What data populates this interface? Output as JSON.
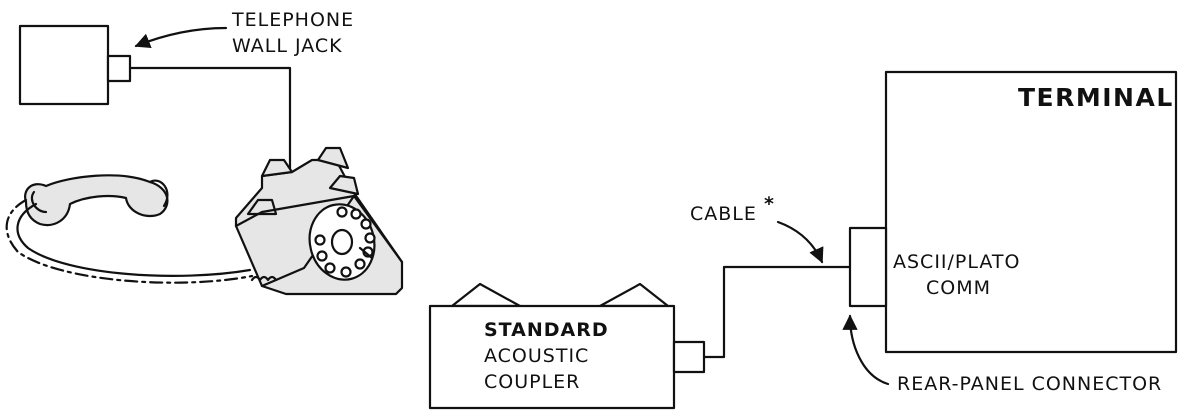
{
  "labels": {
    "wall_jack_line1": "TELEPHONE",
    "wall_jack_line2": "WALL JACK",
    "terminal": "TERMINAL",
    "cable": "CABLE",
    "cable_mark": "*",
    "comm_line1": "ASCII/PLATO",
    "comm_line2": "COMM",
    "coupler_line1": "STANDARD",
    "coupler_line2": "ACOUSTIC",
    "coupler_line3": "COUPLER",
    "rear_panel": "REAR-PANEL CONNECTOR"
  },
  "icons": [
    "wall-jack-box",
    "telephone-icon",
    "handset-icon",
    "acoustic-coupler",
    "terminal-box",
    "arrow-icon"
  ]
}
